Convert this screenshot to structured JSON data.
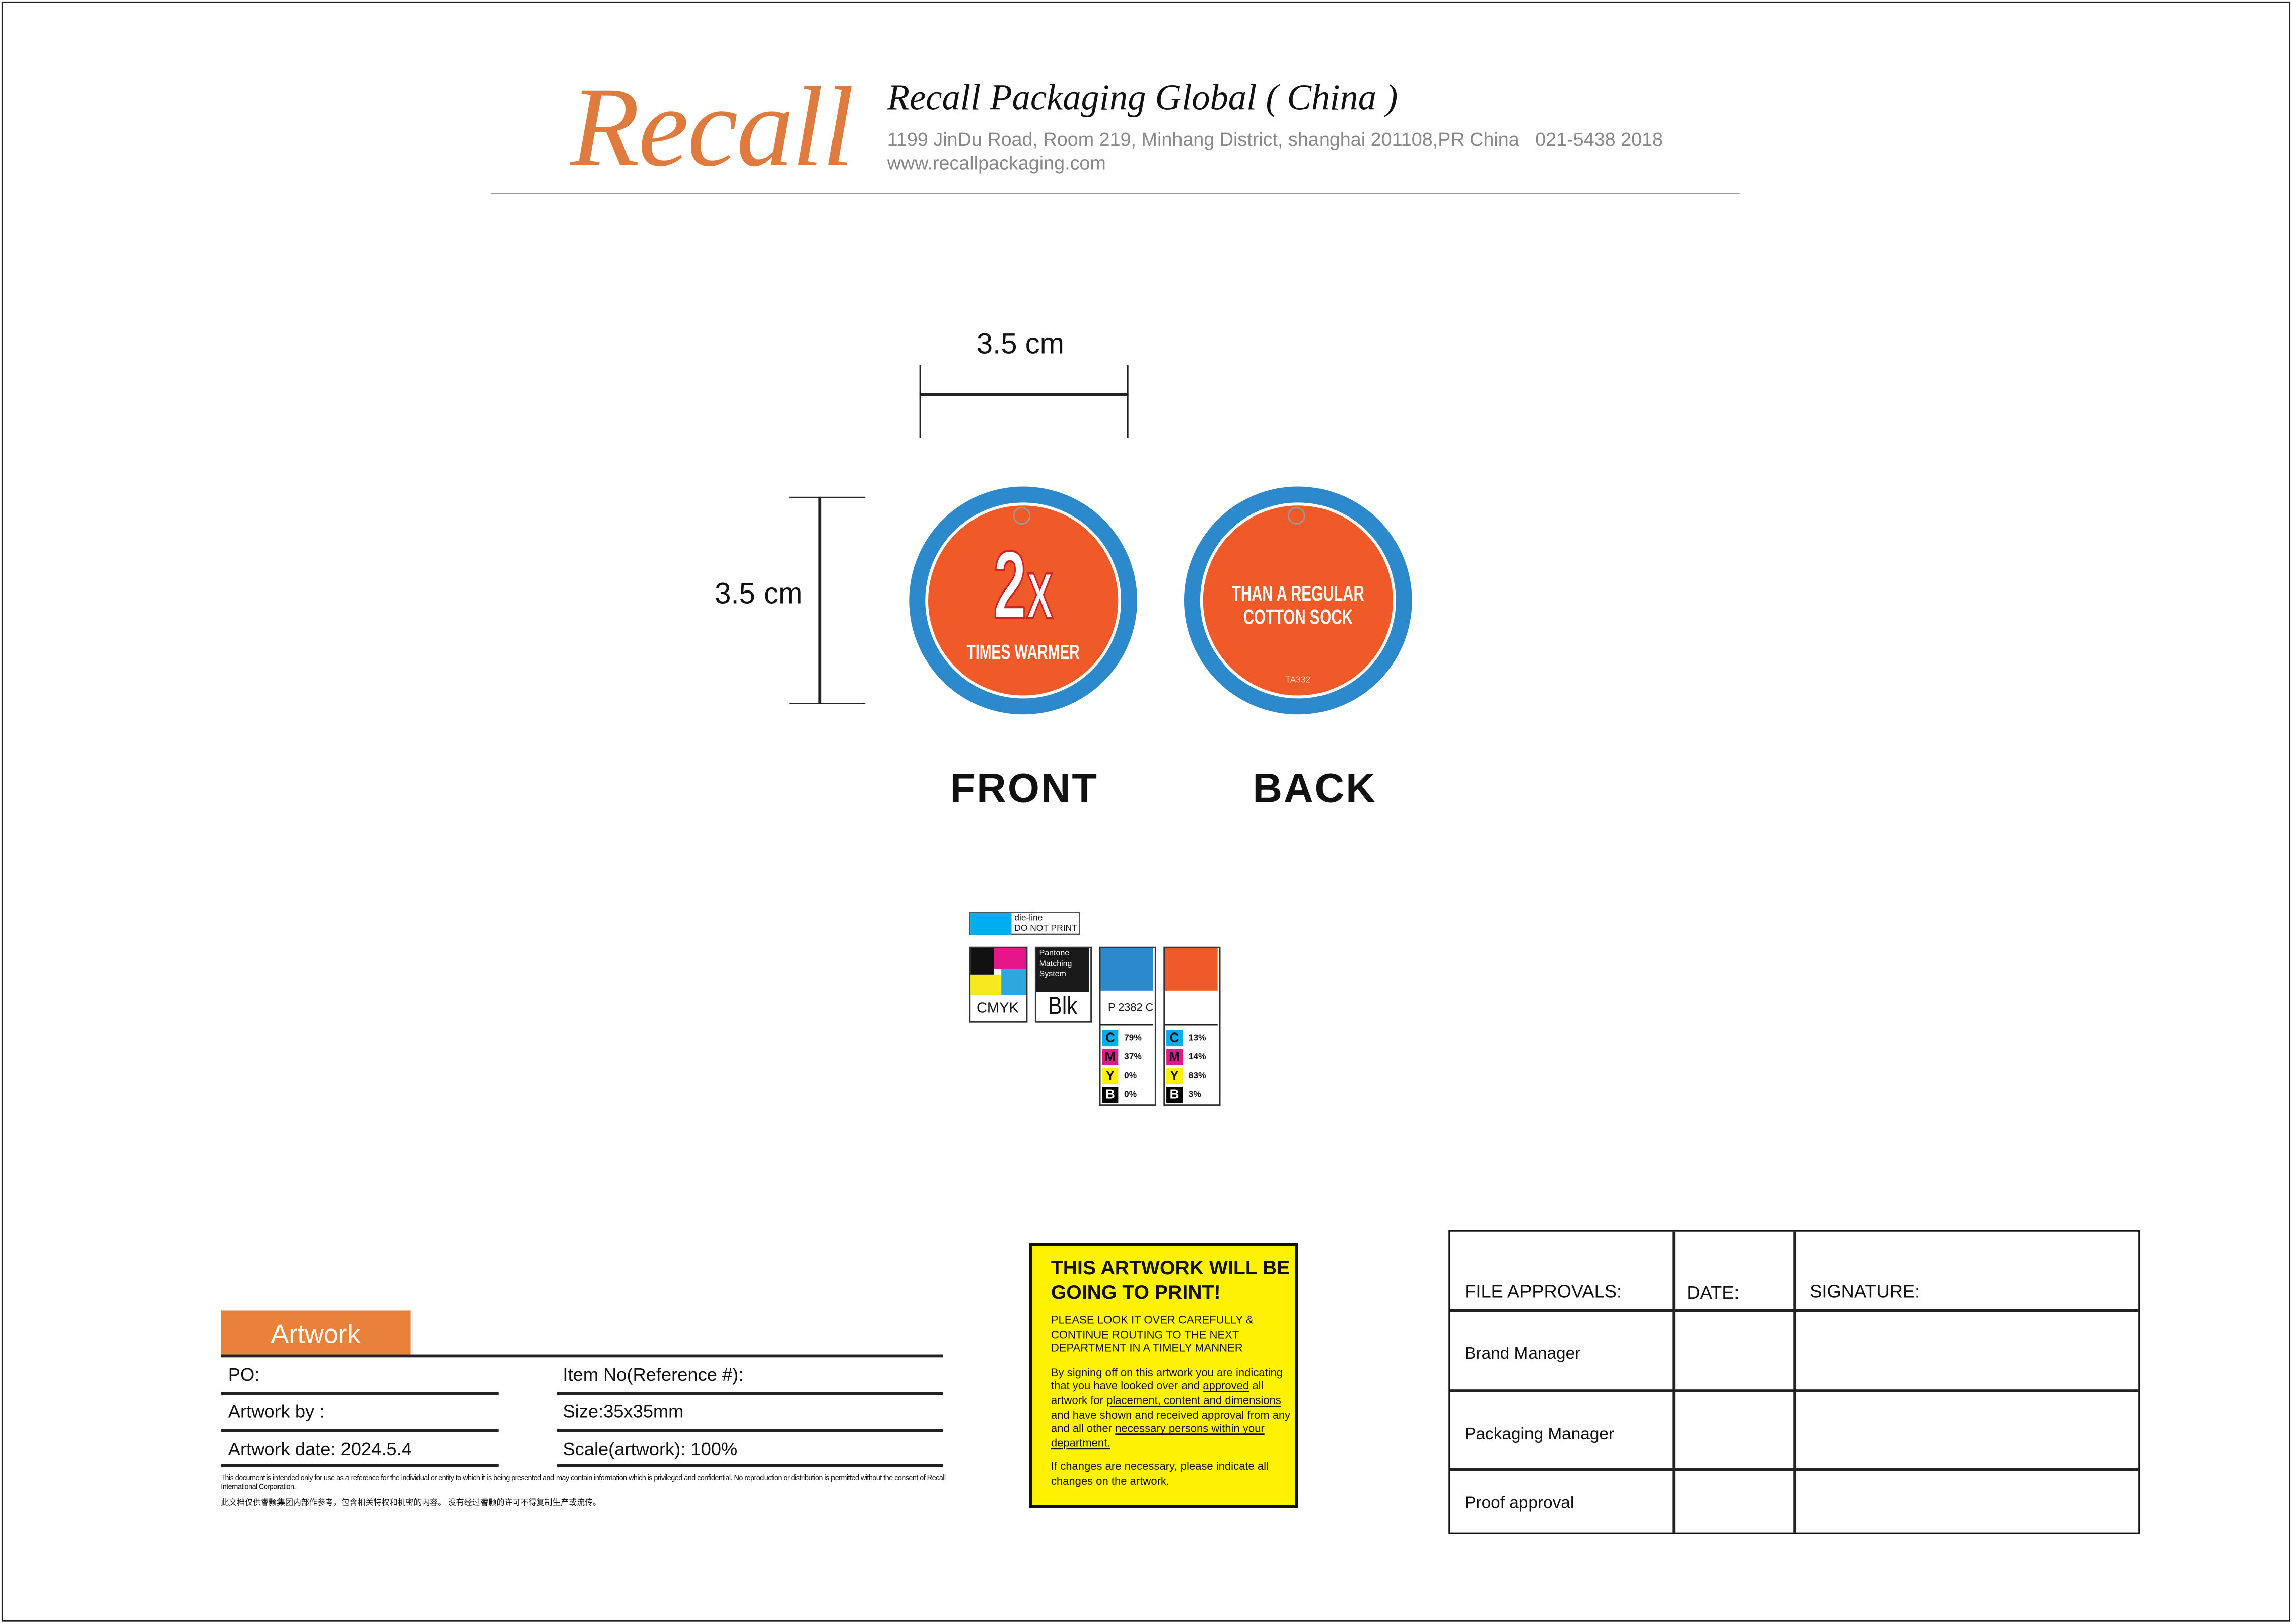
{
  "header": {
    "logo": "Recall",
    "company": "Recall Packaging Global ( China )",
    "address": "1199 JinDu Road, Room 219, Minhang District, shanghai 201108,PR China   021-5438 2018",
    "website": "www.recallpackaging.com"
  },
  "dimensions": {
    "width_label": "3.5 cm",
    "height_label": "3.5 cm"
  },
  "front": {
    "big": "2",
    "x": "X",
    "sub": "TIMES WARMER",
    "label": "FRONT"
  },
  "back": {
    "line1": "THAN A REGULAR",
    "line2": "COTTON SOCK",
    "code": "TA332",
    "label": "BACK"
  },
  "swatches": {
    "dieline_1": "die-line",
    "dieline_2": "DO NOT PRINT",
    "cmyk": "CMYK",
    "pms_1": "Pantone",
    "pms_2": "Matching",
    "pms_3": "System",
    "blk": "Blk",
    "blue": {
      "name": "P 2382 C",
      "color": "#2b89cc",
      "c": "79%",
      "m": "37%",
      "y": "0%",
      "b": "0%"
    },
    "orange": {
      "color": "#f05a28",
      "c": "13%",
      "m": "14%",
      "y": "83%",
      "b": "3%"
    },
    "letters": {
      "c": "C",
      "m": "M",
      "y": "Y",
      "b": "B"
    }
  },
  "notice": {
    "title": "THIS ARTWORK WILL BE GOING TO PRINT!",
    "p1": "PLEASE LOOK IT OVER CAREFULLY & CONTINUE ROUTING TO THE NEXT DEPARTMENT IN A TIMELY MANNER",
    "p2a": "By signing off on this artwork you are indicating that you have looked over and ",
    "p2b": "approved",
    "p2c": " all artwork for ",
    "p2d": "placement, content and dimensions",
    "p2e": " and have shown and received approval from any and all other ",
    "p2f": "necessary persons within your department.",
    "p3": "If changes are necessary, please indicate all changes on the artwork."
  },
  "artwork": {
    "tab": "Artwork",
    "po": "PO:",
    "by": "Artwork by :",
    "date": "Artwork date: 2024.5.4",
    "item": "Item No(Reference #):",
    "size": "Size:35x35mm",
    "scale": "Scale(artwork): 100%",
    "disclaimer": "This document is intended only for use as a reference for the individual or entity to which it is being presented and may contain information which is privileged and confidential. No reproduction or distribution is permitted without the consent of Recall International Corporation.",
    "disclaimer_cn": "此文档仅供睿颢集团内部作参考，包含相关特权和机密的内容。 没有经过睿颢的许可不得复制生产或流传。"
  },
  "approvals": {
    "h1": "FILE APPROVALS:",
    "h2": "DATE:",
    "h3": "SIGNATURE:",
    "rows": [
      "Brand Manager",
      "Packaging Manager",
      "Proof approval"
    ]
  }
}
